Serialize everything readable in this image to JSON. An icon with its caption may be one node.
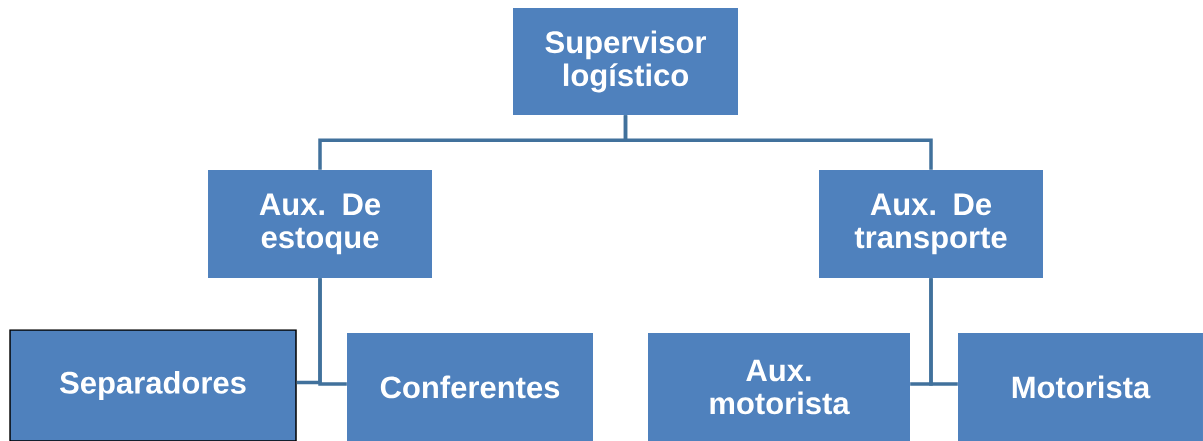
{
  "diagram": {
    "nodes": [
      {
        "text": [
          "Supervisor logístico"
        ]
      },
      {
        "text": [
          "Aux. De estoque"
        ]
      },
      {
        "text": [
          "Aux. De transporte"
        ]
      },
      {
        "text": [
          "Separadores"
        ]
      },
      {
        "text": [
          "Conferentes"
        ]
      },
      {
        "text": [
          "Aux. motorista"
        ]
      },
      {
        "text": [
          "Motorista"
        ]
      }
    ],
    "edges": [
      {
        "from": 0,
        "to": 1,
        "arrow": "none"
      },
      {
        "from": 0,
        "to": 2,
        "arrow": "none"
      },
      {
        "from": 1,
        "to": 3,
        "arrow": "none"
      },
      {
        "from": 1,
        "to": 4,
        "arrow": "none"
      },
      {
        "from": 2,
        "to": 5,
        "arrow": "none"
      },
      {
        "from": 2,
        "to": 6,
        "arrow": "none"
      }
    ]
  }
}
